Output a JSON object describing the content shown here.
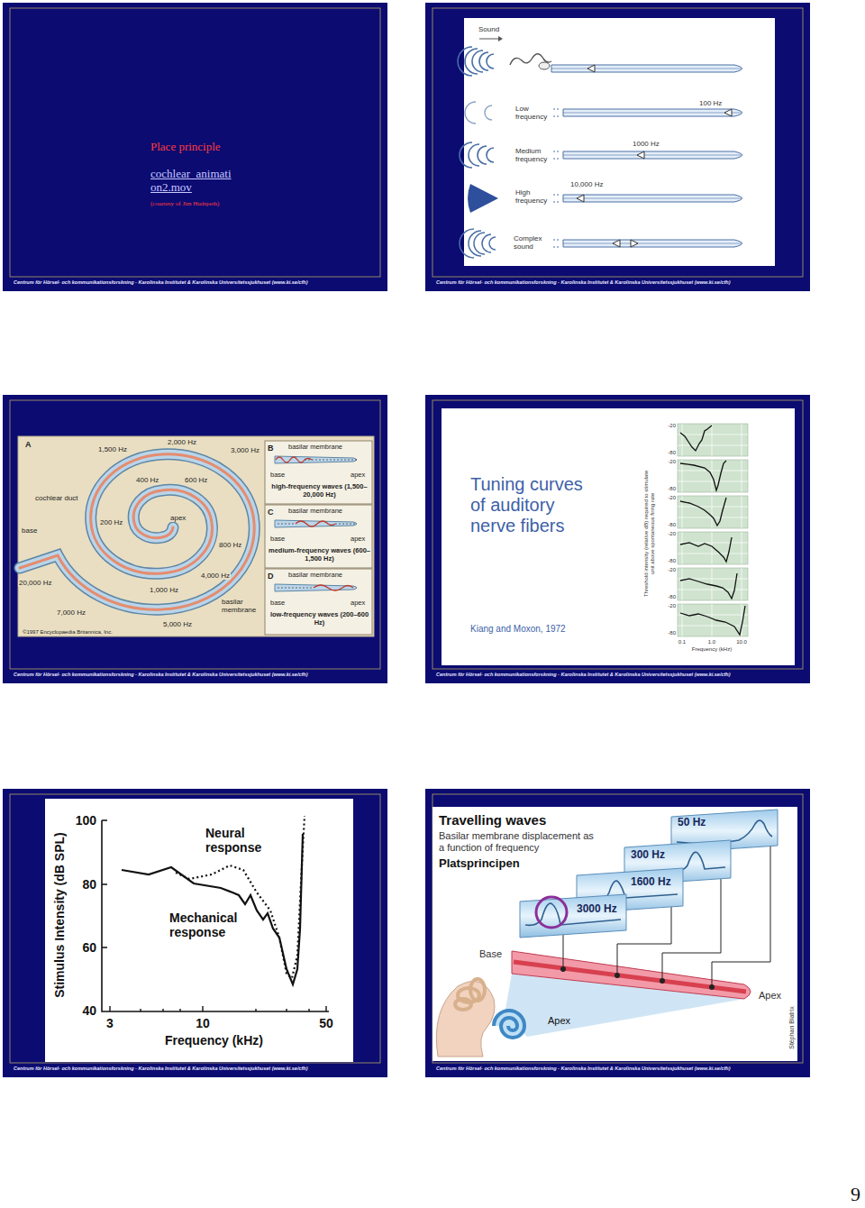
{
  "diagram": {
    "nodes": [
      {
        "text": [
          "Place principle",
          "cochlear_animati on2.mov",
          "(courtesy of Jim Hudspeth)",
          "Centrum för Hörsel- och kommunikationsforskning - Karolinska Institutet & Karolinska Universitetssjukhuset (www.ki.se/cfh)"
        ]
      },
      {
        "text": [
          "Centrum för Hörsel- och kommunikationsforskning - Karolinska Institutet & Karolinska Universitetssjukhuset (www.ki.se/cfh)"
        ]
      },
      {
        "text": [
          "Centrum för Hörsel- och kommunikationsforskning - Karolinska Institutet & Karolinska Universitetssjukhuset (www.ki.se/cfh)"
        ]
      },
      {
        "text": [
          "Centrum för Hörsel- och kommunikationsforskning - Karolinska Institutet & Karolinska Universitetssjukhuset (www.ki.se/cfh)"
        ]
      },
      {
        "text": [
          "Centrum för Hörsel- och kommunikationsforskning - Karolinska Institutet & Karolinska Universitetssjukhuset (www.ki.se/cfh)"
        ]
      },
      {
        "text": [
          "Centrum för Hörsel- och kommunikationsforskning - Karolinska Institutet & Karolinska Universitetssjukhuset (www.ki.se/cfh)"
        ]
      }
    ],
    "labels": [
      "Sound",
      "Low frequency",
      "100 Hz",
      "Medium frequency",
      "1000 Hz",
      "High frequency",
      "10,000 Hz",
      "Complex sound",
      "A",
      "1,500 Hz",
      "2,000 Hz",
      "3,000 Hz",
      "400 Hz",
      "600 Hz",
      "cochlear duct",
      "apex",
      "base",
      "200 Hz",
      "800 Hz",
      "20,000 Hz",
      "1,000 Hz",
      "4,000 Hz",
      "7,000 Hz",
      "5,000 Hz",
      "basilar membrane",
      "©1997 Encyclopaedia Britannica, Inc.",
      "B",
      "basilar membrane",
      "base",
      "apex",
      "high-frequency waves (1,500–20,000 Hz)",
      "C",
      "basilar membrane",
      "base",
      "apex",
      "medium-frequency waves (600–1,500 Hz)",
      "D",
      "basilar membrane",
      "base",
      "apex",
      "low-frequency waves (200–600 Hz)",
      "Tuning curves of auditory nerve fibers",
      "Kiang and Moxon, 1972",
      "Threshold intensity (relative dB) required to stimulate unit above spontaneous firing rate",
      "-20",
      "-80",
      "-20",
      "-80",
      "-20",
      "-80",
      "-20",
      "-80",
      "-20",
      "-80",
      "-20",
      "-80",
      "0.1",
      "1.0",
      "10.0",
      "Frequency (kHz)",
      "100",
      "80",
      "60",
      "40",
      "3",
      "10",
      "50",
      "Frequency (kHz)",
      "Stimulus Intensity (dB SPL)",
      "Neural response",
      "Mechanical response",
      "Travelling waves",
      "Basilar membrane displacement as a function of frequency",
      "Platsprincipen",
      "50 Hz",
      "300 Hz",
      "1600 Hz",
      "3000 Hz",
      "Base",
      "Apex",
      "Apex",
      "Stéphan Blatrix",
      "9"
    ]
  }
}
